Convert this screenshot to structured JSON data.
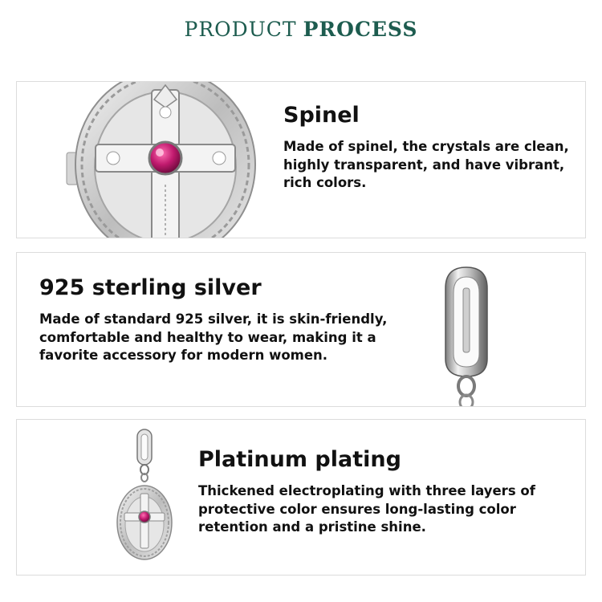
{
  "header": {
    "title_light": "PRODUCT",
    "title_bold": "PROCESS"
  },
  "features": [
    {
      "title": "Spinel",
      "description": "Made of spinel, the crystals are clean, highly transparent, and have vibrant, rich colors.",
      "image_icon": "pendant-cross-closeup-icon"
    },
    {
      "title": "925 sterling silver",
      "description": "Made of standard 925 silver, it is skin-friendly, comfortable and healthy to wear, making it a favorite accessory for modern women.",
      "image_icon": "silver-clasp-icon"
    },
    {
      "title": "Platinum plating",
      "description": "Thickened electroplating with three layers of protective color ensures long-lasting color retention and a pristine shine.",
      "image_icon": "full-pendant-charm-icon"
    }
  ],
  "colors": {
    "heading": "#1d5c4f",
    "text": "#111111",
    "panel_border": "#dcdcdc",
    "gem": "#c01a6e",
    "silver": "#c9c9c9"
  }
}
